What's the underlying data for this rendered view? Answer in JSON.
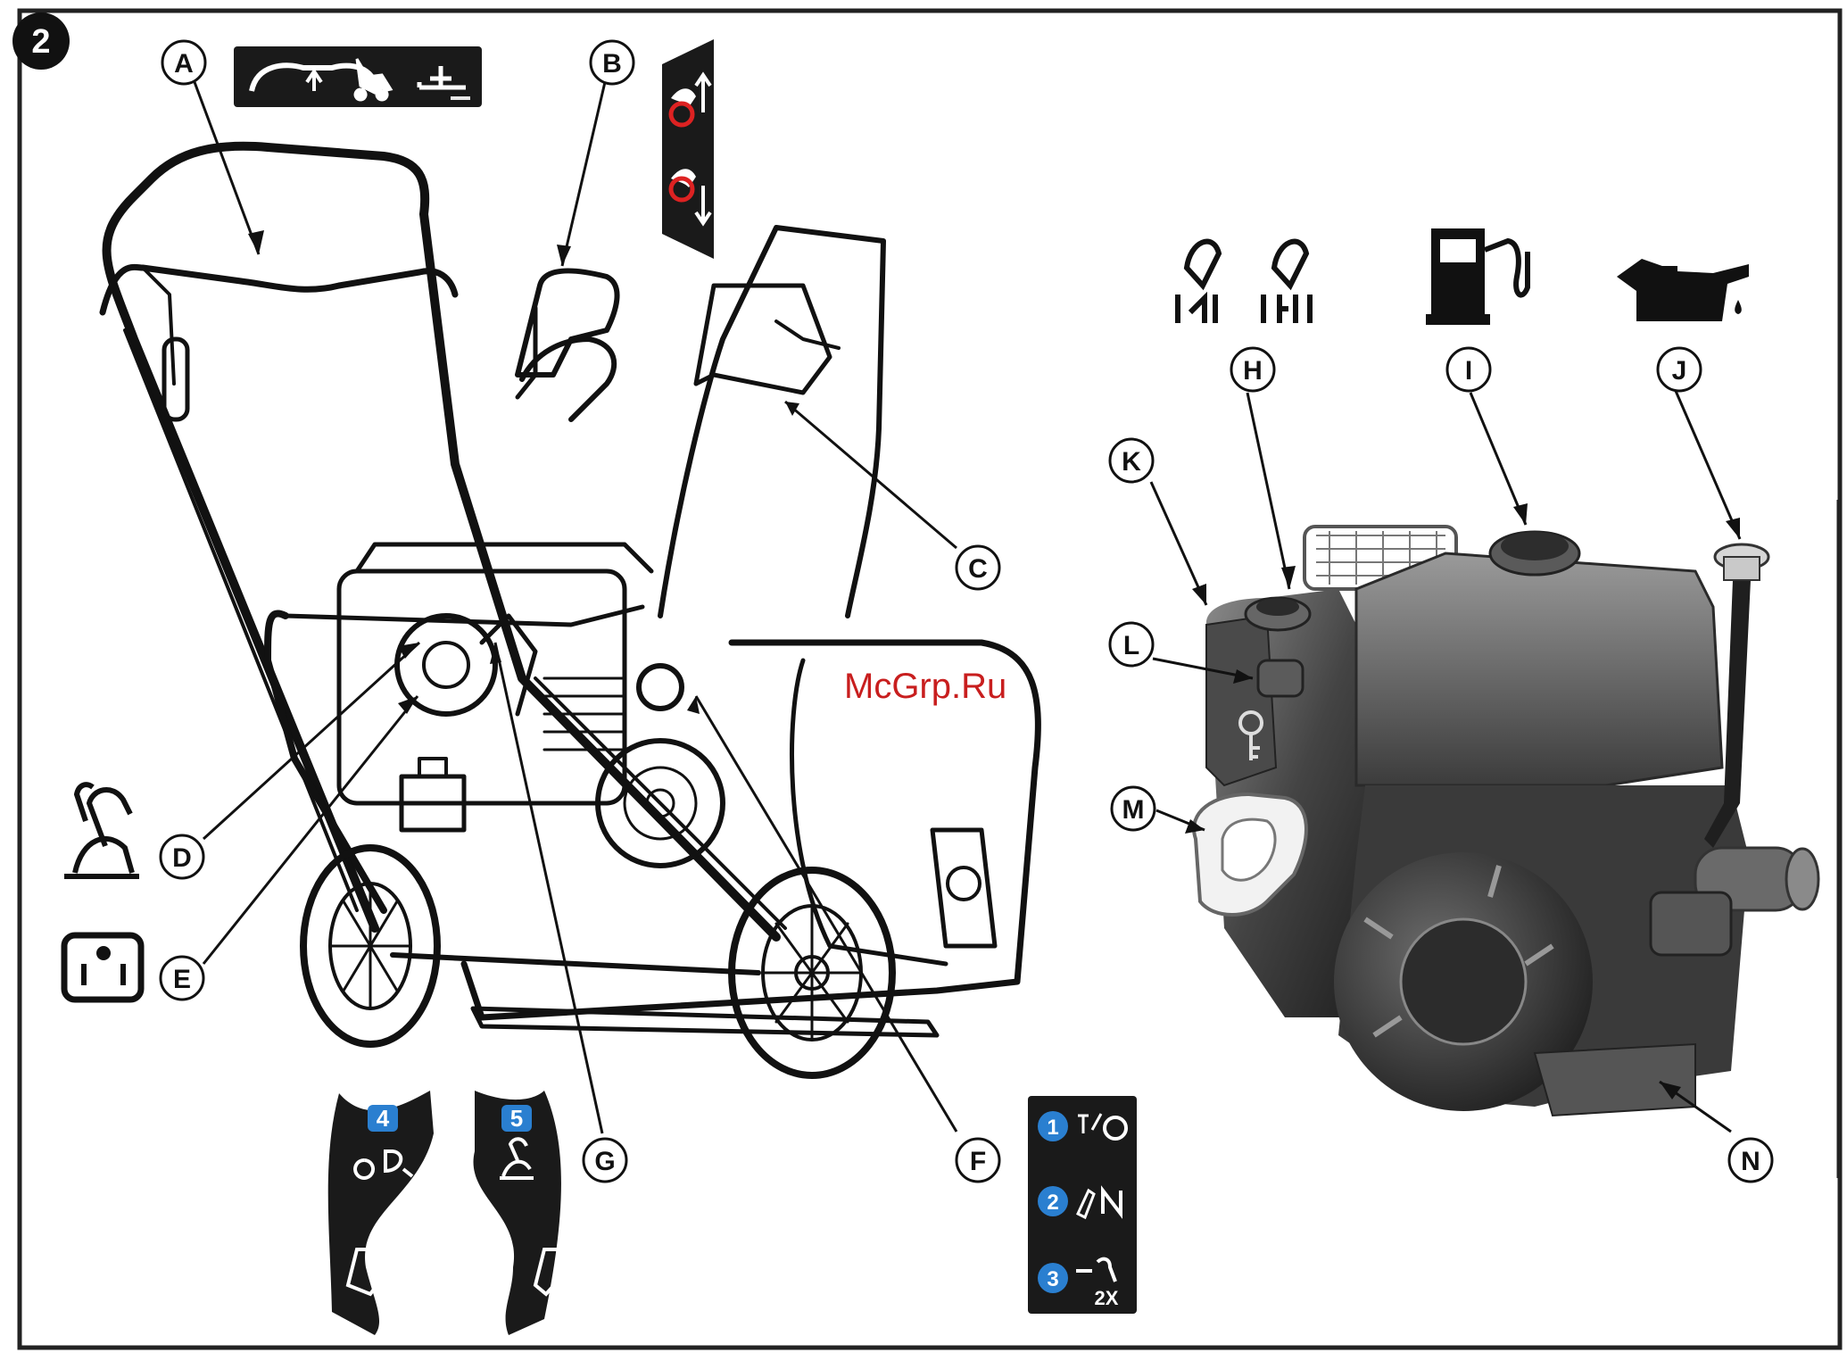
{
  "figure_number": "2",
  "watermark": "McGrp.Ru",
  "callouts": {
    "A": "A",
    "B": "B",
    "C": "C",
    "D": "D",
    "E": "E",
    "F": "F",
    "G": "G",
    "H": "H",
    "I": "I",
    "J": "J",
    "K": "K",
    "L": "L",
    "M": "M",
    "N": "N"
  },
  "steps_decal": {
    "step1": "1",
    "step2": "2",
    "step3": "3",
    "step3_note": "2X"
  },
  "chute_decals": {
    "left_step": "4",
    "right_step": "5"
  },
  "colors": {
    "ink": "#111111",
    "decal_bg": "#1a1a1a",
    "badge_blue": "#2a7fd0",
    "watermark": "#c81e1e",
    "engine_dark": "#3a3a3a",
    "engine_mid": "#7a7a7a"
  }
}
